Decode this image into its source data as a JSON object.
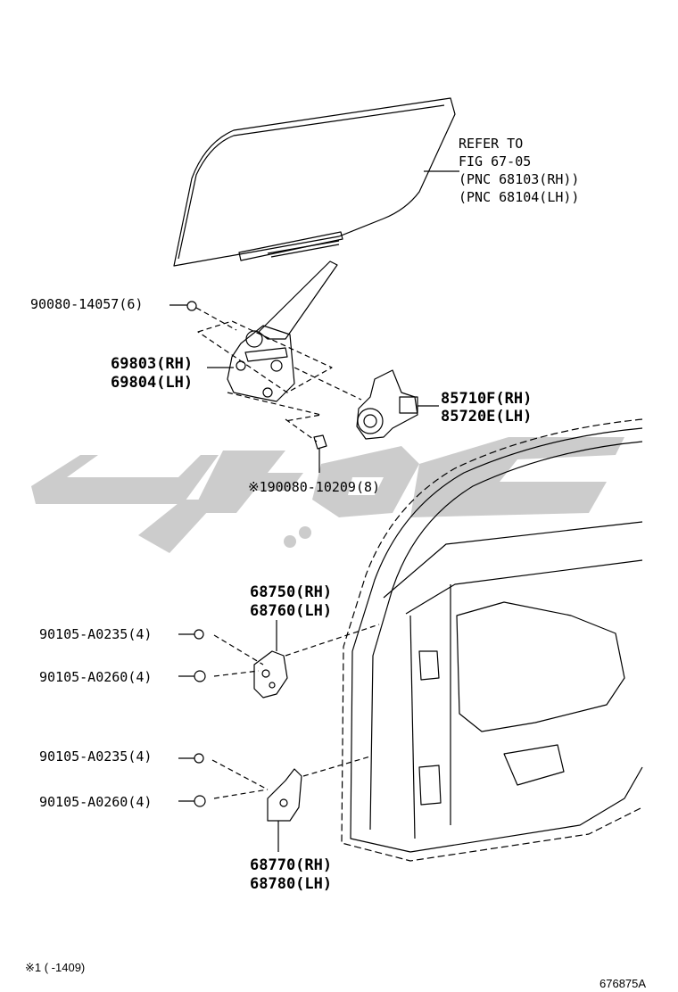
{
  "glass_ref": {
    "line1": "REFER TO",
    "line2": "FIG 67-05",
    "line3": "(PNC 68103(RH))",
    "line4": "(PNC 68104(LH))"
  },
  "bolt_top": "90080-14057(6)",
  "regulator": {
    "rh": "69803(RH)",
    "lh": "69804(LH)"
  },
  "motor": {
    "rh": "85710F(RH)",
    "lh": "85720E(LH)"
  },
  "bolt_motor": "※190080-10209(8)",
  "upper_hinge": {
    "rh": "68750(RH)",
    "lh": "68760(LH)"
  },
  "upper_bolt_a": "90105-A0235(4)",
  "upper_bolt_b": "90105-A0260(4)",
  "lower_bolt_a": "90105-A0235(4)",
  "lower_bolt_b": "90105-A0260(4)",
  "lower_hinge": {
    "rh": "68770(RH)",
    "lh": "68780(LH)"
  },
  "footnote": "※1 (       -1409)",
  "figure_id": "676875A",
  "colors": {
    "line": "#000000",
    "watermark": "#cfcfcf"
  }
}
